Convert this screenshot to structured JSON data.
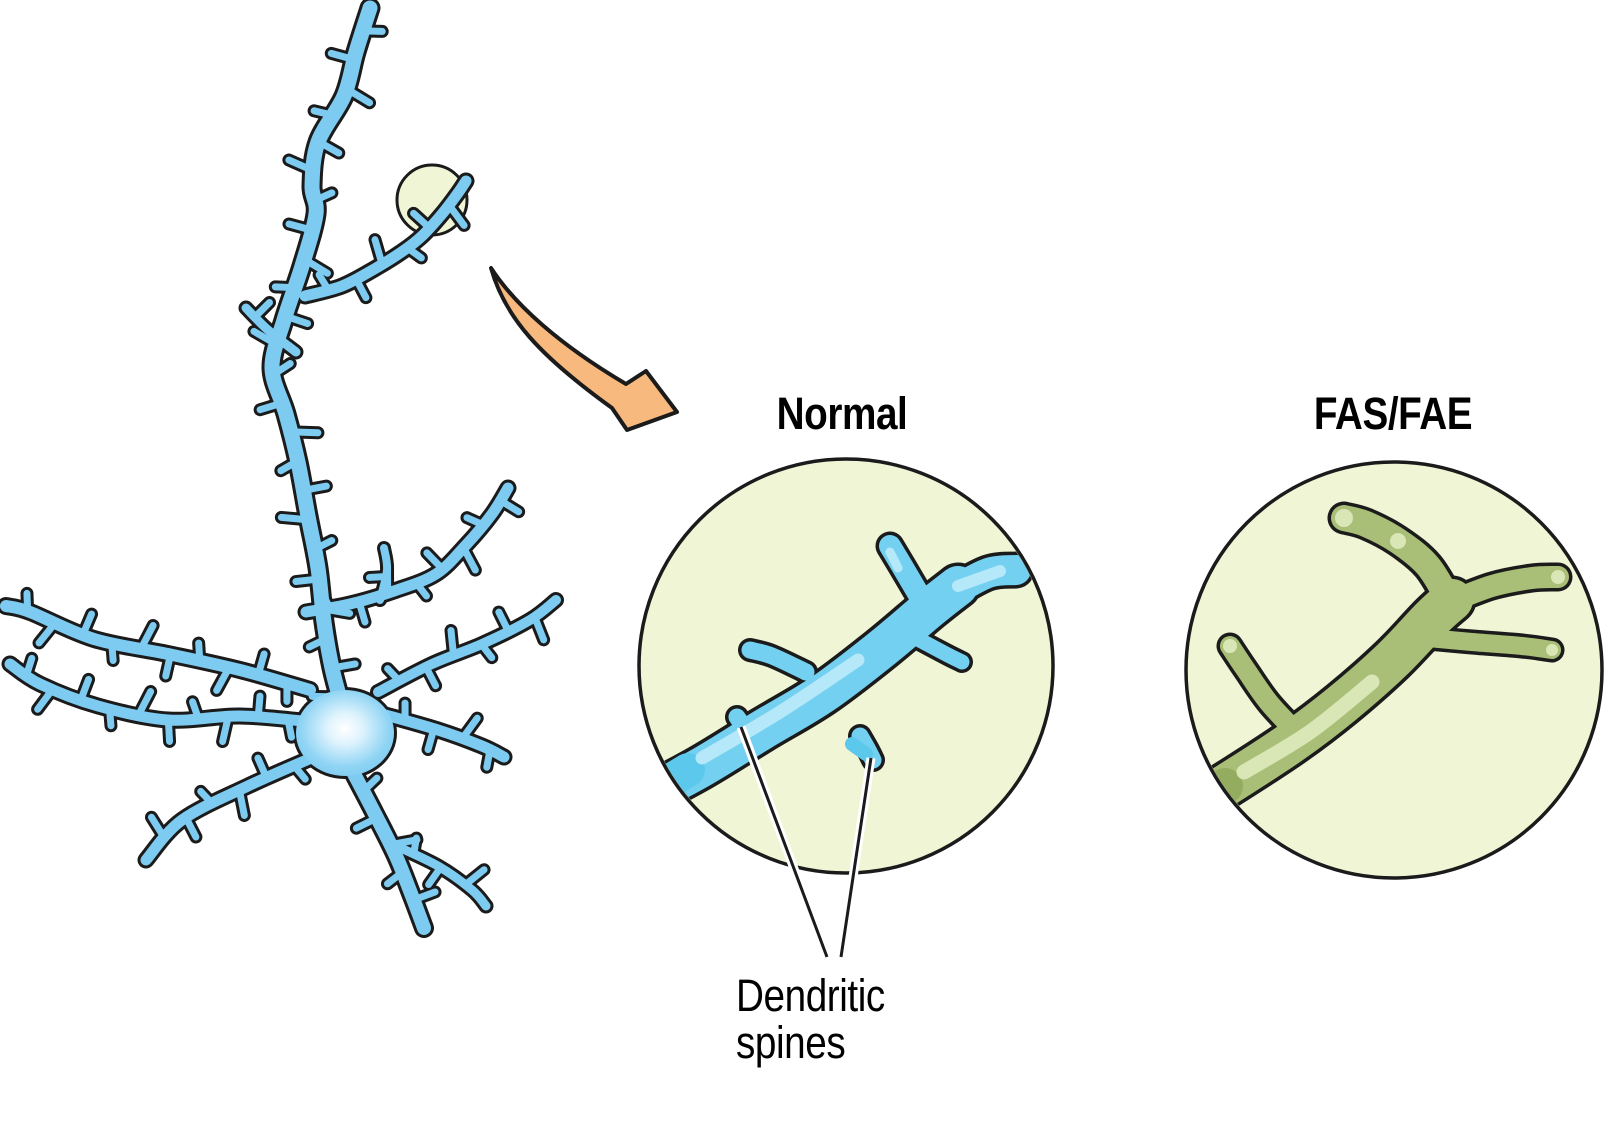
{
  "panels": {
    "normal": {
      "title": "Normal"
    },
    "fas": {
      "title": "FAS/FAE"
    }
  },
  "labels": {
    "dendritic_spines": "Dendritic\nspines"
  },
  "icons": {
    "zoom_arrow": "curved-arrow-down-right",
    "callout": "magnified-region-circle"
  },
  "colors": {
    "background": "#ffffff",
    "outline": "#1b1b1b",
    "neuron_fill": "#7ECBF1",
    "soma_highlight": "#ffffff",
    "circle_fill": "#EFF5D5",
    "normal_dendrite": "#74D0F0",
    "normal_dendrite_light": "#B5E9F9",
    "normal_dendrite_shade": "#5BC8EC",
    "fas_dendrite": "#A9BE77",
    "fas_dendrite_light": "#D9E6B6",
    "fas_dendrite_shade": "#93AC60",
    "arrow_fill": "#F8B97F",
    "leader_line": "#1b1b1b",
    "leader_casing": "#ffffff"
  }
}
